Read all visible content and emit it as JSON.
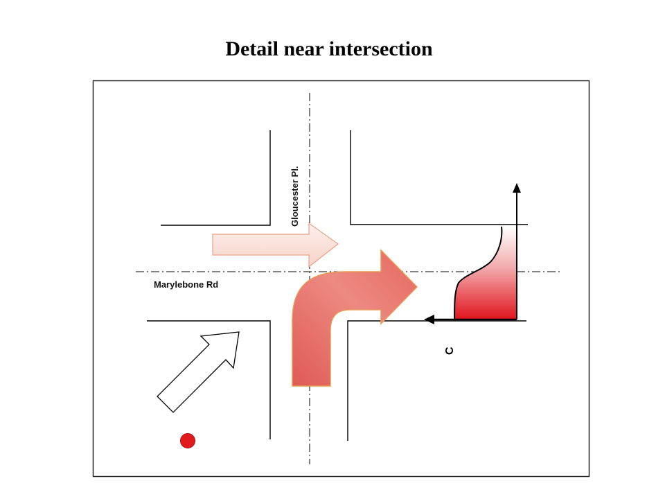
{
  "title": "Detail near intersection",
  "labels": {
    "vertical_road": "Gloucester Pl.",
    "horizontal_road": "Marylebone Rd",
    "concentration_axis": "C"
  },
  "colors": {
    "red_dot": "#e0191c",
    "profile_red": "#e3232a",
    "turn_arrow_fill": "#e8776f",
    "turn_arrow_stroke": "#e7944a",
    "straight_arrow_fill": "#fbe3dc",
    "line": "#000000"
  }
}
